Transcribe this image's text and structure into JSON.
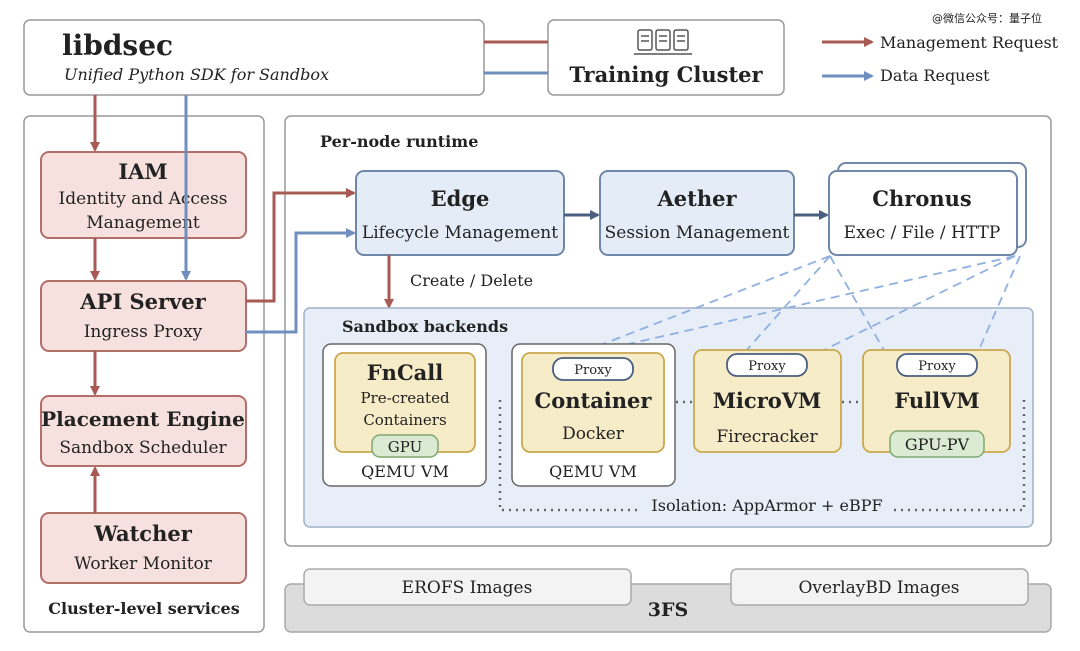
{
  "watermark": "@微信公众号：量子位",
  "legend": {
    "management": "Management Request",
    "data": "Data Request"
  },
  "colors": {
    "management": "#a85a55",
    "data": "#6f8fbf",
    "service_fill": "#f6e1de",
    "service_stroke": "#b26e68",
    "runtime_fill": "#e4ecf7",
    "backend_fill": "#f6ecc8",
    "backend_stroke": "#c9a84f",
    "gpu_fill": "#dbead3",
    "gpu_stroke": "#7fa86e"
  },
  "libdsec": {
    "title": "libdsec",
    "subtitle": "Unified Python SDK for Sandbox"
  },
  "training_cluster": {
    "title": "Training Cluster"
  },
  "cluster": {
    "label": "Cluster-level services",
    "iam": {
      "title": "IAM",
      "line1": "Identity and Access",
      "line2": "Management"
    },
    "api": {
      "title": "API Server",
      "sub": "Ingress Proxy"
    },
    "placement": {
      "title": "Placement Engine",
      "sub": "Sandbox Scheduler"
    },
    "watcher": {
      "title": "Watcher",
      "sub": "Worker Monitor"
    }
  },
  "runtime": {
    "label": "Per-node runtime",
    "edge": {
      "title": "Edge",
      "sub": "Lifecycle Management"
    },
    "aether": {
      "title": "Aether",
      "sub": "Session Management"
    },
    "chronus": {
      "title": "Chronus",
      "sub": "Exec / File / HTTP"
    },
    "create_delete": "Create / Delete"
  },
  "backends": {
    "label": "Sandbox backends",
    "fncall": {
      "title": "FnCall",
      "line1": "Pre-created",
      "line2": "Containers",
      "badge": "GPU",
      "host": "QEMU VM"
    },
    "container": {
      "title": "Container",
      "sub": "Docker",
      "proxy": "Proxy",
      "host": "QEMU VM"
    },
    "microvm": {
      "title": "MicroVM",
      "sub": "Firecracker",
      "proxy": "Proxy"
    },
    "fullvm": {
      "title": "FullVM",
      "badge": "GPU-PV",
      "proxy": "Proxy"
    },
    "isolation": "Isolation: AppArmor + eBPF"
  },
  "storage": {
    "erofs": "EROFS Images",
    "overlaybd": "OverlayBD Images",
    "fs": "3FS"
  }
}
